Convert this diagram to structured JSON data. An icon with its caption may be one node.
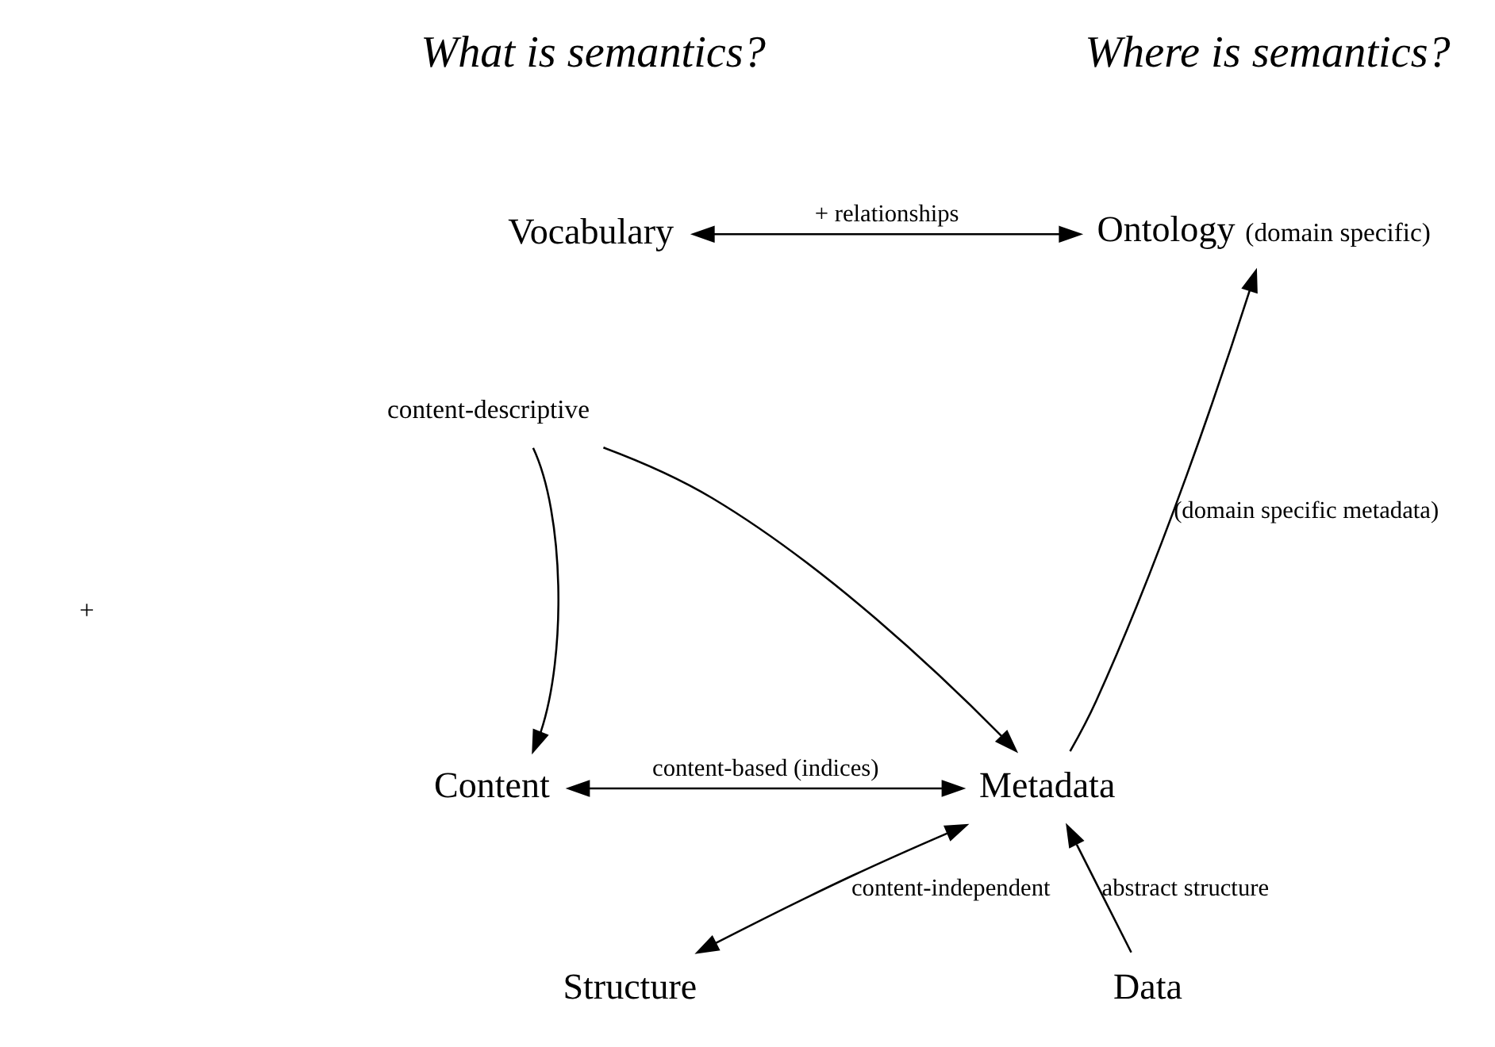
{
  "diagram": {
    "nodes": [
      {
        "text": [
          "Vocabulary"
        ]
      },
      {
        "text": [
          "Ontology"
        ],
        "beside": [
          "(domain specific)"
        ]
      },
      {
        "text": [
          "content-descriptive"
        ]
      },
      {
        "text": [
          "Content"
        ]
      },
      {
        "text": [
          "Metadata"
        ]
      },
      {
        "text": [
          "Structure"
        ]
      },
      {
        "text": [
          "Data"
        ]
      }
    ],
    "edges": [
      {
        "from": 0,
        "to": 1,
        "arrow": "both",
        "label": "+ relationships"
      },
      {
        "from": 2,
        "to": 3,
        "arrow": "to"
      },
      {
        "from": 2,
        "to": 4,
        "arrow": "to"
      },
      {
        "from": 3,
        "to": 4,
        "arrow": "both",
        "label": "content-based (indices)"
      },
      {
        "from": 4,
        "to": 1,
        "arrow": "to",
        "label": "(domain specific metadata)"
      },
      {
        "from": 6,
        "to": 4,
        "arrow": "to",
        "label": "abstract structure"
      },
      {
        "from": 5,
        "to": 4,
        "arrow": "both",
        "label": "content-independent"
      }
    ],
    "labels": [
      "What is semantics?",
      "Where is semantics?",
      "+"
    ]
  }
}
